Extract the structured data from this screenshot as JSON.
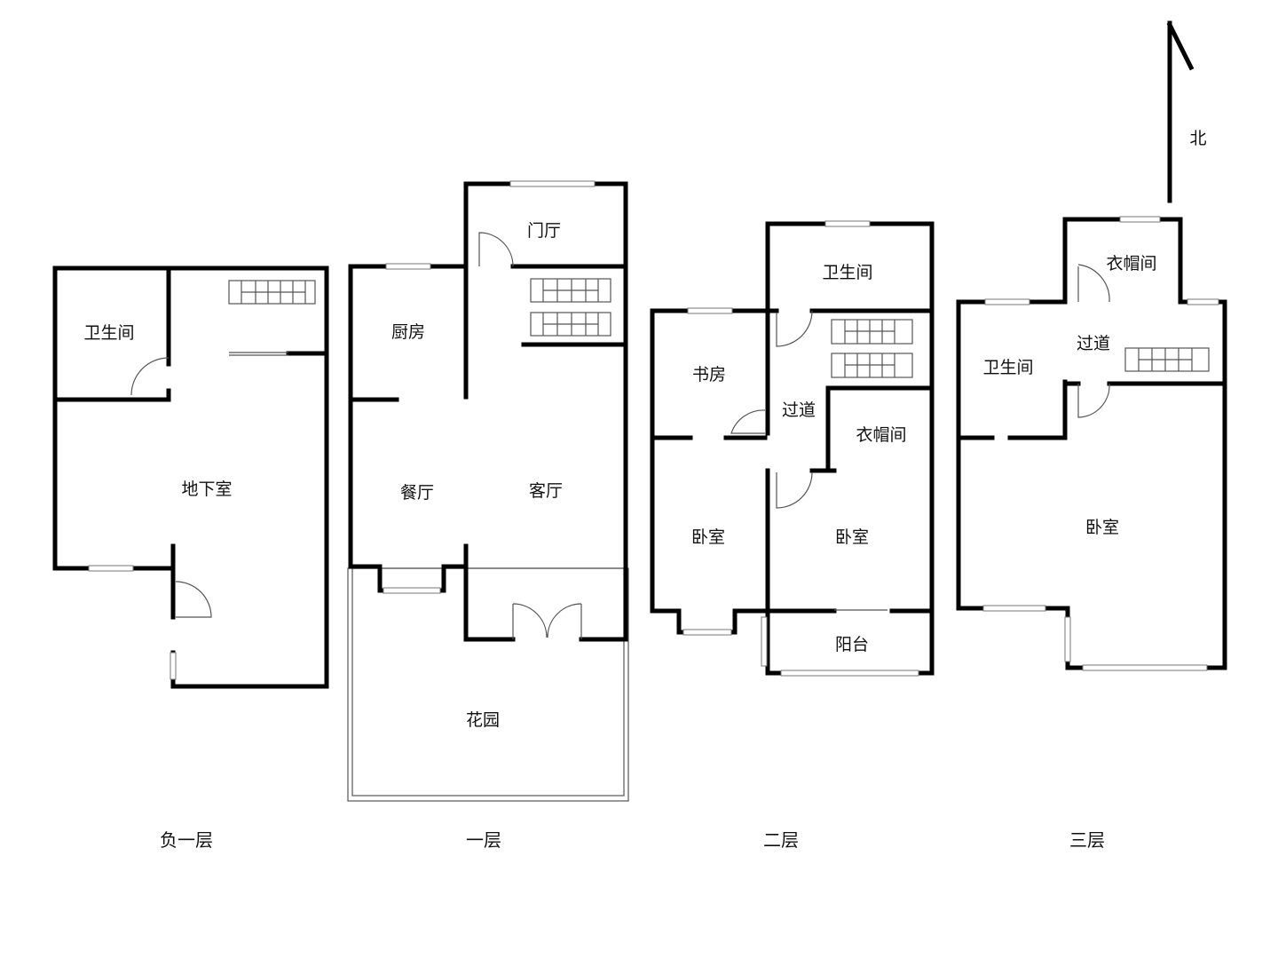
{
  "floors": [
    {
      "name": "负一层",
      "rooms": [
        "卫生间",
        "地下室"
      ]
    },
    {
      "name": "一层",
      "rooms": [
        "门厅",
        "厨房",
        "餐厅",
        "客厅",
        "花园"
      ]
    },
    {
      "name": "二层",
      "rooms": [
        "卫生间",
        "书房",
        "过道",
        "衣帽间",
        "卧室",
        "卧室",
        "阳台"
      ]
    },
    {
      "name": "三层",
      "rooms": [
        "衣帽间",
        "过道",
        "卫生间",
        "卧室"
      ]
    }
  ],
  "compass": {
    "label": "北"
  }
}
